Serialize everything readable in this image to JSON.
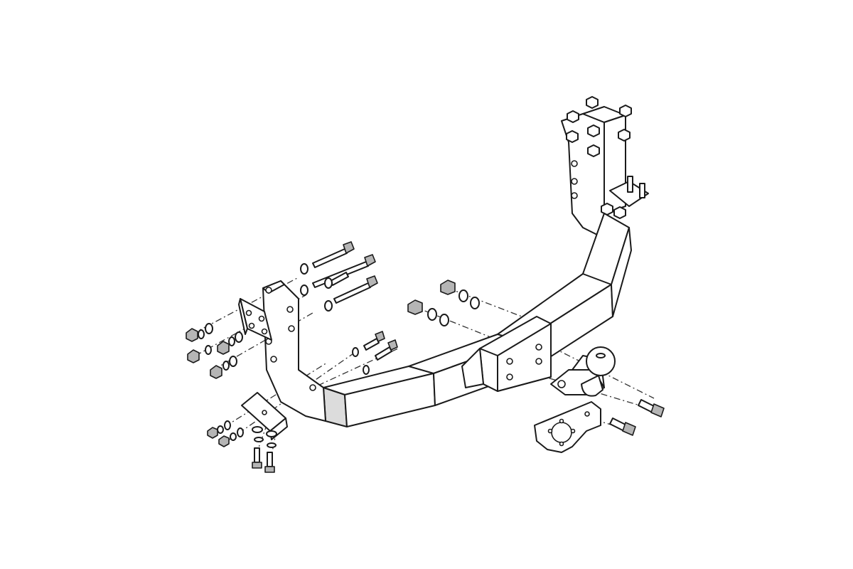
{
  "diagram": {
    "kind": "exploded-assembly",
    "colors": {
      "line": "#1a1a1a",
      "shade": "#dcdcdc",
      "dark_shade": "#b5b5b5",
      "background": "#ffffff"
    },
    "parts": [
      "main-crossbar",
      "left-side-bracket",
      "right-side-bracket",
      "left-plate",
      "tow-ball",
      "socket-plate",
      "long-bolt",
      "short-bolt",
      "nut",
      "washer"
    ]
  }
}
